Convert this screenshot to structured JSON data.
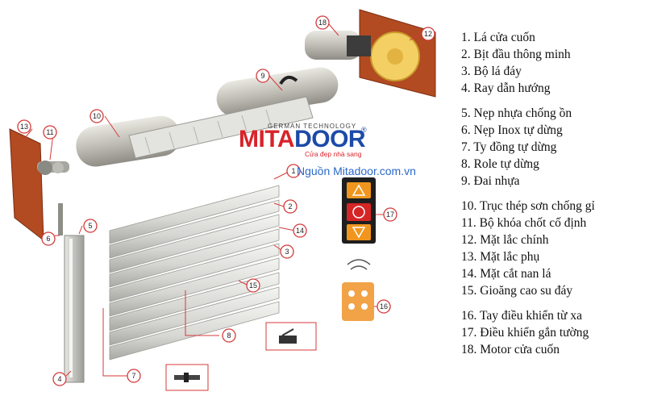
{
  "legend": [
    {
      "n": 1,
      "text": "1. Lá cửa cuốn"
    },
    {
      "n": 2,
      "text": "2. Bịt đầu thông minh"
    },
    {
      "n": 3,
      "text": "3. Bộ lá đáy"
    },
    {
      "n": 4,
      "text": "4. Ray dẫn hướng"
    },
    {
      "n": 5,
      "text": "5. Nẹp nhựa chống ồn"
    },
    {
      "n": 6,
      "text": "6. Nẹp Inox tự dừng"
    },
    {
      "n": 7,
      "text": "7. Ty đồng tự dừng"
    },
    {
      "n": 8,
      "text": "8. Role tự dừng"
    },
    {
      "n": 9,
      "text": "9. Đai nhựa"
    },
    {
      "n": 10,
      "text": "10. Trục thép sơn chống gỉ"
    },
    {
      "n": 11,
      "text": "11. Bộ khóa chốt cố định"
    },
    {
      "n": 12,
      "text": "12. Mặt lắc chính"
    },
    {
      "n": 13,
      "text": "13. Mặt lắc phụ"
    },
    {
      "n": 14,
      "text": "14. Mặt cắt nan lá"
    },
    {
      "n": 15,
      "text": "15. Gioăng cao su đáy"
    },
    {
      "n": 16,
      "text": "16. Tay điều khiển từ xa"
    },
    {
      "n": 17,
      "text": "17. Điều khiển gắn tường"
    },
    {
      "n": 18,
      "text": "18. Motor cửa cuốn"
    }
  ],
  "callouts": [
    "18",
    "12",
    "9",
    "10",
    "13",
    "11",
    "1",
    "2",
    "14",
    "3",
    "15",
    "5",
    "6",
    "4",
    "7",
    "8",
    "17",
    "16"
  ],
  "logo": {
    "sub": "GERMAN TECHNOLOGY",
    "brand_first": "MITA",
    "brand_rest": "DOOR",
    "reg": "®",
    "tagline": "Cửa đẹp nhà sang"
  },
  "source_text": "Nguồn Mitadoor.com.vn",
  "colors": {
    "wall_plate": "#b24a22",
    "callout_ring": "#d43a3a",
    "logo_red": "#d8232a",
    "logo_blue": "#1c4aa8",
    "source_blue": "#2a68c8"
  }
}
